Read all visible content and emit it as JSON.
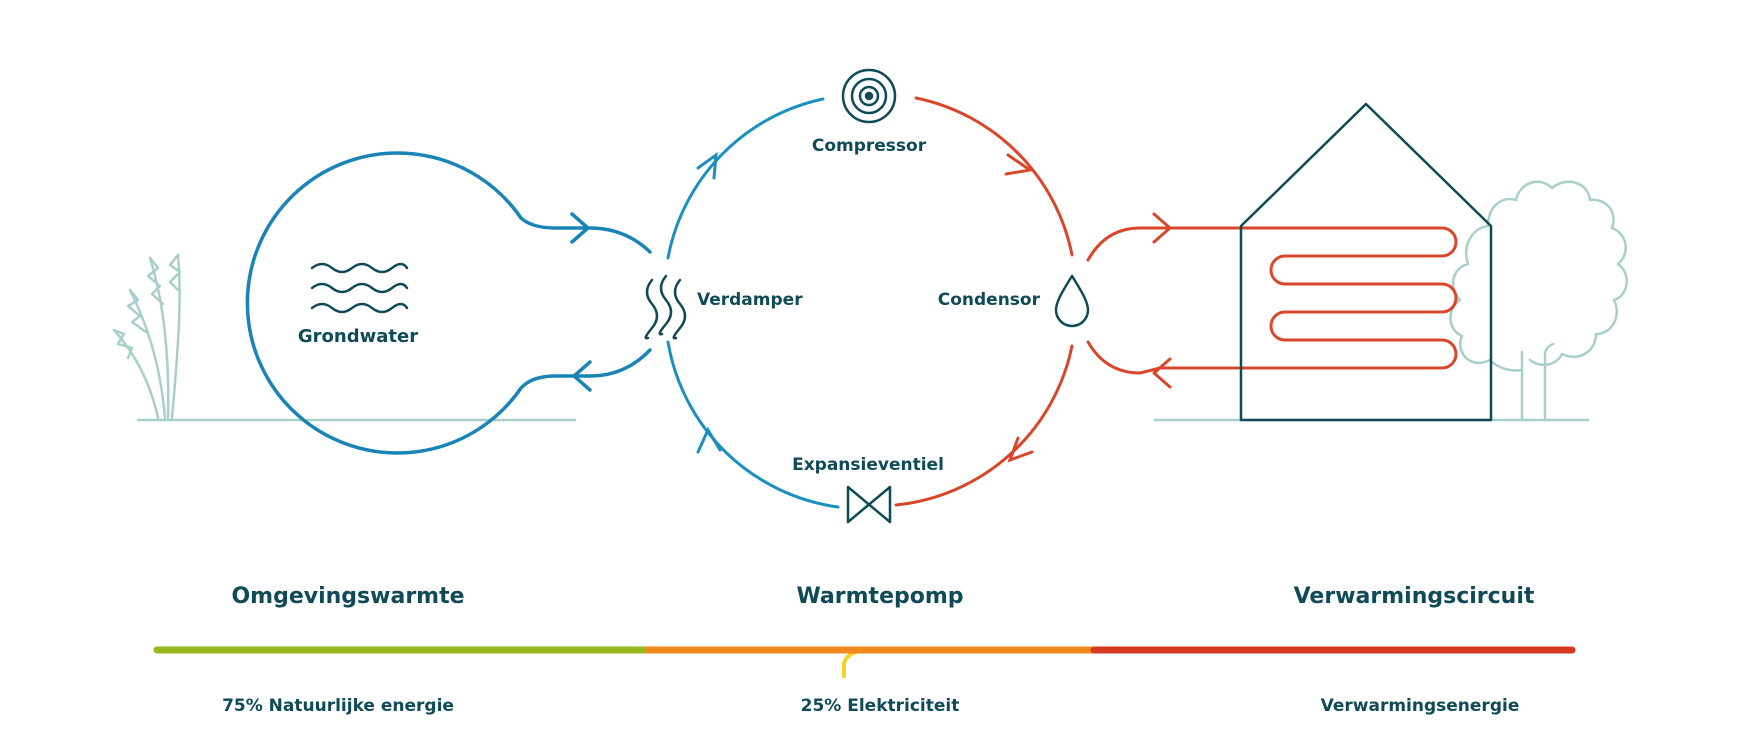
{
  "colors": {
    "ground_loop": "#1b84b7",
    "cold_cycle": "#1b90bf",
    "hot_cycle": "#d9472b",
    "text": "#0f4a57",
    "scenery": "#a9cfcb",
    "bar_green": "#95b81f",
    "bar_orange": "#f08a1c",
    "bar_red": "#d63a20",
    "electric": "#f5d21e"
  },
  "labels": {
    "groundwater": "Grondwater",
    "compressor": "Compressor",
    "evaporator": "Verdamper",
    "condenser": "Condensor",
    "expansion_valve": "Expansieventiel"
  },
  "sections": {
    "ambient": "Omgevingswarmte",
    "heatpump": "Warmtepomp",
    "heating": "Verwarmingscircuit"
  },
  "energy": {
    "natural": "75% Natuurlijke energie",
    "electric": "25% Elektriciteit",
    "heating": "Verwarmingsenergie"
  },
  "icons": {
    "compressor": "concentric-circles-icon",
    "evaporator": "heat-waves-icon",
    "condenser": "droplet-icon",
    "valve": "bowtie-valve-icon",
    "groundwater": "water-waves-icon"
  }
}
